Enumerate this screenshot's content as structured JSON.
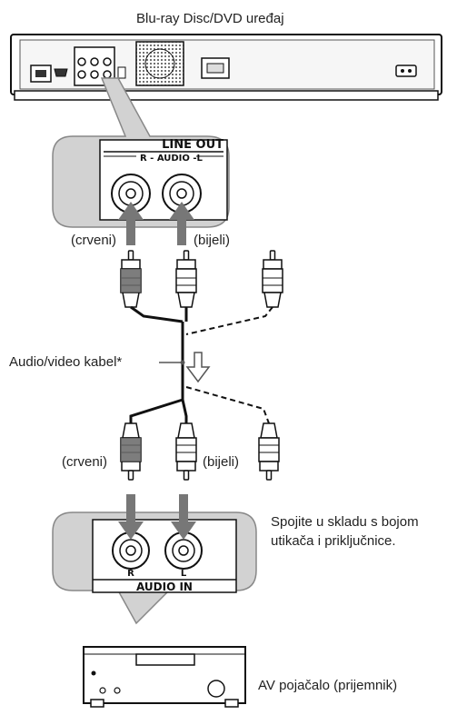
{
  "device_label": "Blu-ray Disc/DVD uređaj",
  "panel_top": {
    "title": "LINE OUT",
    "subtitle": "R - AUDIO -L"
  },
  "labels": {
    "red_top": "(crveni)",
    "white_top": "(bijeli)",
    "cable": "Audio/video kabel*",
    "red_bottom": "(crveni)",
    "white_bottom": "(bijeli)",
    "instruction_line1": "Spojite u skladu s bojom",
    "instruction_line2": "utikača i priključnice.",
    "amplifier": "AV pojačalo (prijemnik)"
  },
  "panel_bottom": {
    "jack_r": "R",
    "jack_l": "L",
    "title": "AUDIO IN"
  }
}
